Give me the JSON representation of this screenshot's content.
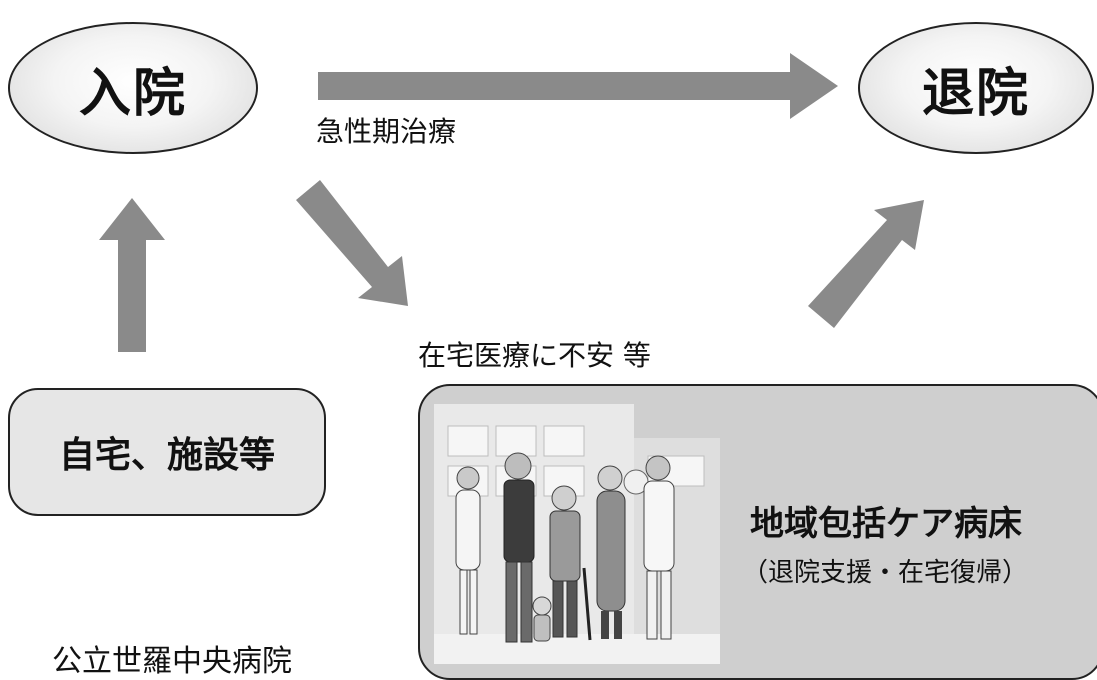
{
  "nodes": {
    "admission": "入院",
    "discharge": "退院",
    "home": "自宅、施設等",
    "ward_title": "地域包括ケア病床",
    "ward_subtitle": "（退院支援・在宅復帰）"
  },
  "labels": {
    "acute_care": "急性期治療",
    "home_care_anxiety": "在宅医療に不安 等"
  },
  "footer": {
    "hospital_name": "公立世羅中央病院"
  },
  "colors": {
    "arrow": "#8a8a8a",
    "home_box": "#e6e6e6",
    "ward_box": "#cfcfcf",
    "border": "#222222"
  },
  "illustration": "group-of-caregivers-and-elderly-people-in-front-of-building"
}
